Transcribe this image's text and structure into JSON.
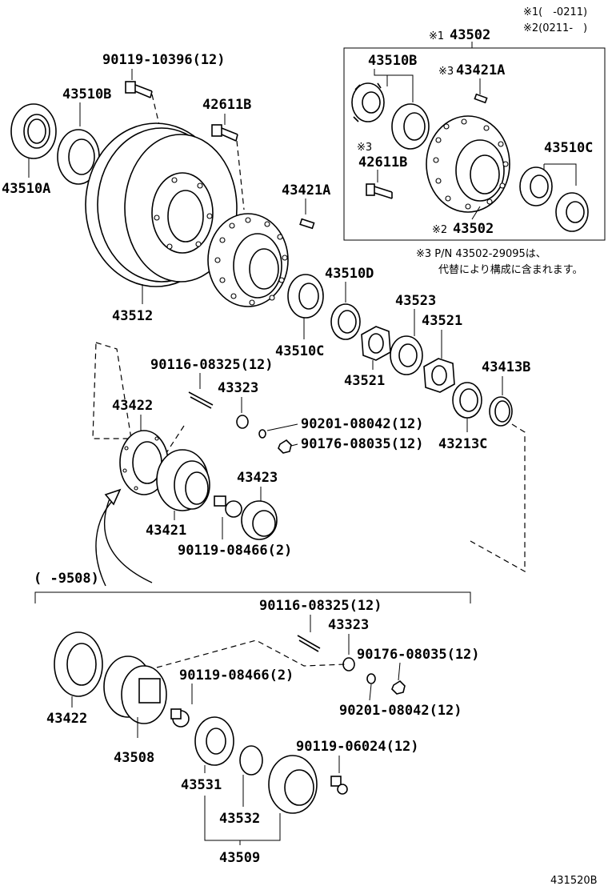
{
  "notes": {
    "note1": "※1(　-0211)",
    "note2": "※2(0211-　)",
    "note3_line1": "※3 P/N 43502-29095は、",
    "note3_line2": "代替により構成に含まれます。",
    "mark1": "※1",
    "mark2": "※2",
    "mark3a": "※3",
    "mark3b": "※3"
  },
  "labels": {
    "bolt_90119_10396": "90119-10396(12)",
    "seal_43510B_left": "43510B",
    "seal_43510A": "43510A",
    "stud_42611B": "42611B",
    "disc_43512": "43512",
    "pin_43421A": "43421A",
    "hub_box_43502_top": "43502",
    "box_43510B": "43510B",
    "box_43421A": "43421A",
    "box_42611B": "42611B",
    "box_43510C": "43510C",
    "box_43502_bottom": "43502",
    "bearing_43510D": "43510D",
    "bearing_43510C": "43510C",
    "washer_43523": "43523",
    "nut_43521_right": "43521",
    "nut_43521_left": "43521",
    "snap_43413B": "43413B",
    "spacer_43213C": "43213C",
    "stud_90116_08325": "90116-08325(12)",
    "cone_43323": "43323",
    "washer_90201_08042": "90201-08042(12)",
    "nut_90176_08035": "90176-08035(12)",
    "gasket_43422": "43422",
    "cap_43423": "43423",
    "flange_43421": "43421",
    "bolt_90119_08466": "90119-08466(2)",
    "range_9508": "( -9508)",
    "lower_stud_90116_08325": "90116-08325(12)",
    "lower_cone_43323": "43323",
    "lower_nut_90176_08035": "90176-08035(12)",
    "lower_bolt_90119_08466": "90119-08466(2)",
    "lower_washer_90201_08042": "90201-08042(12)",
    "lower_gasket_43422": "43422",
    "lower_body_43508": "43508",
    "lower_bolt_90119_06024": "90119-06024(12)",
    "lower_43531": "43531",
    "lower_43532": "43532",
    "lower_43509": "43509",
    "drawing_no": "431520B"
  }
}
